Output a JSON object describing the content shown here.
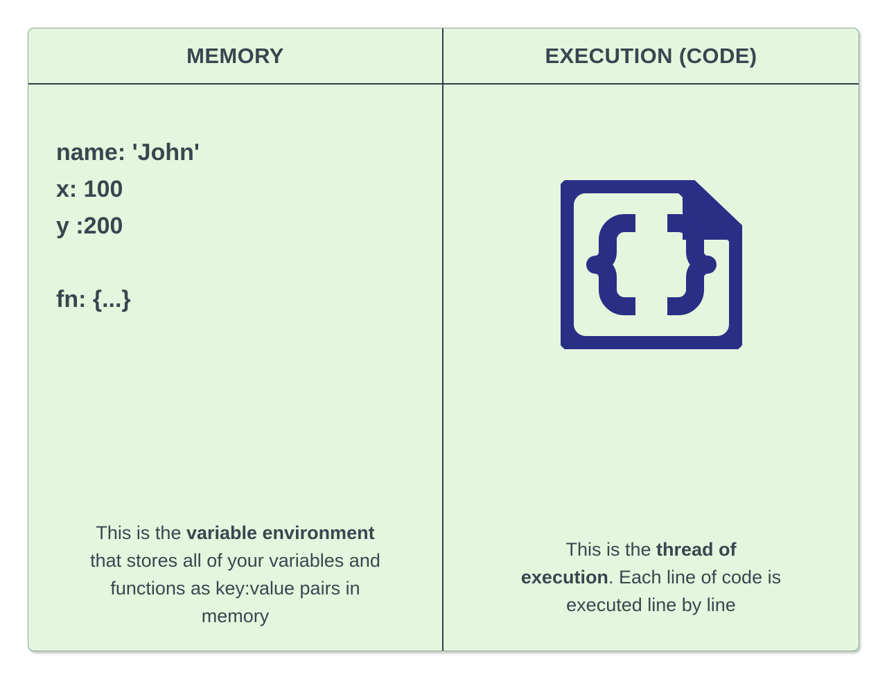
{
  "diagram": {
    "background_color": "#ffffff",
    "panel_color": "#e4f7de",
    "text_color": "#37474f",
    "divider_color": "#2f3e46",
    "icon_color": "#2a2f86",
    "columns": [
      {
        "id": "memory",
        "header": "MEMORY",
        "entries": [
          "name: 'John'",
          "x: 100",
          "y :200",
          "fn: {...}"
        ],
        "caption": {
          "part1": "This is the ",
          "bold": "variable environment",
          "part2": " that stores all of your variables and functions as key:value pairs in memory"
        }
      },
      {
        "id": "execution",
        "header": "EXECUTION (CODE)",
        "icon": "code-file-icon",
        "caption": {
          "part1": "This is the ",
          "bold": "thread of execution",
          "part2": ". Each line of code is executed line by line"
        }
      }
    ]
  }
}
